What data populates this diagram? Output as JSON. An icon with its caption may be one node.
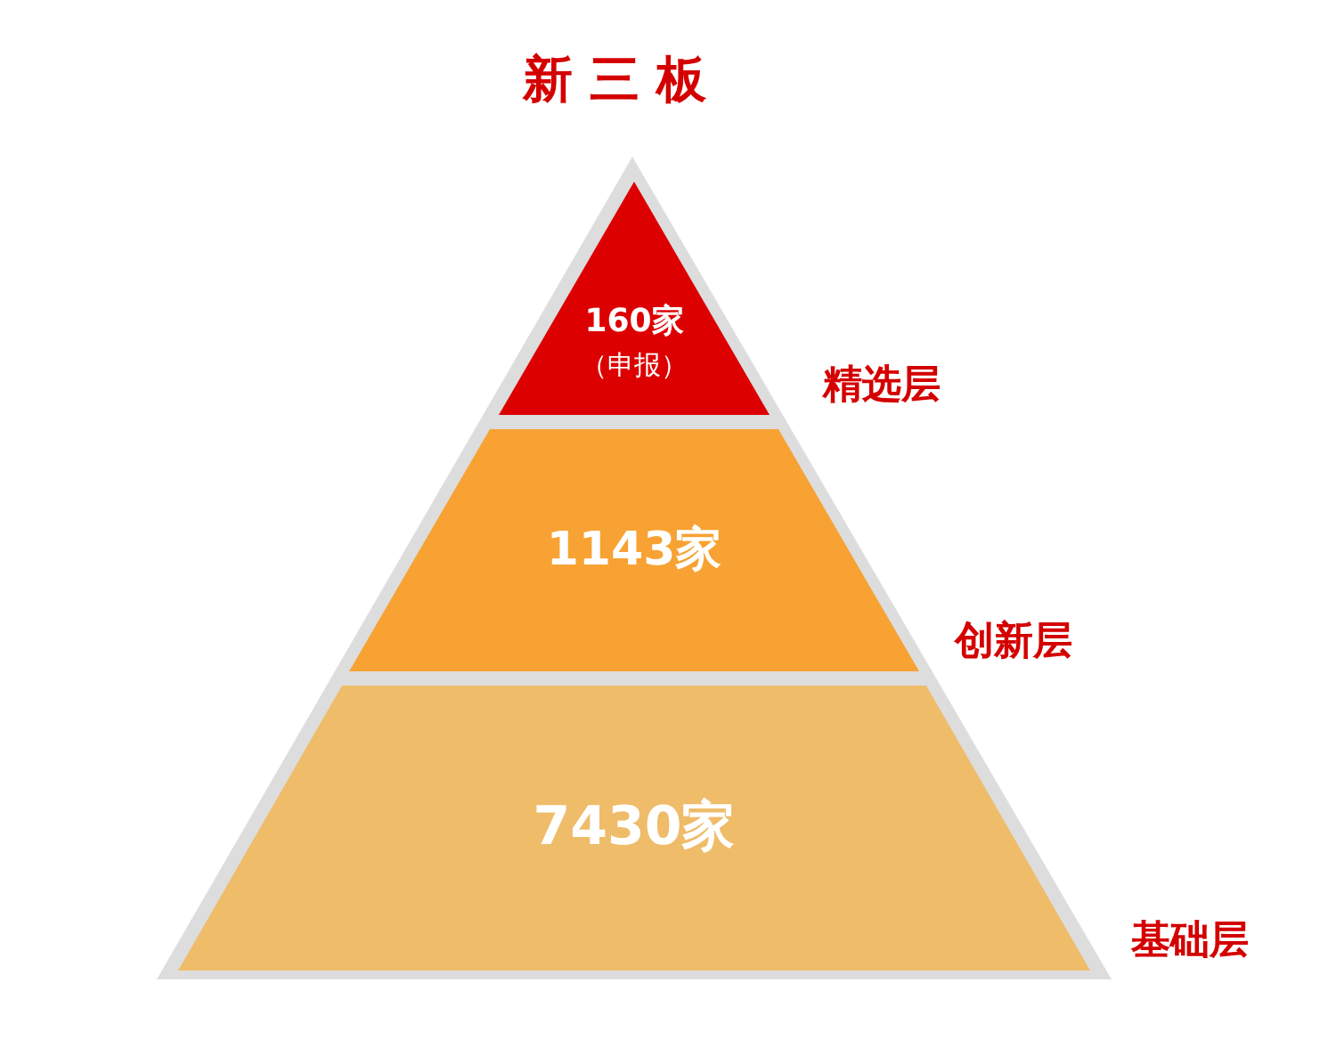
{
  "diagram": {
    "title": "新 三 板",
    "nodes": [
      {
        "text": [
          "160家",
          "（申报）"
        ]
      },
      {
        "text": [
          "1143家"
        ]
      },
      {
        "text": [
          "7430家"
        ]
      }
    ],
    "labels": [
      "精选层",
      "创新层",
      "基础层"
    ]
  }
}
